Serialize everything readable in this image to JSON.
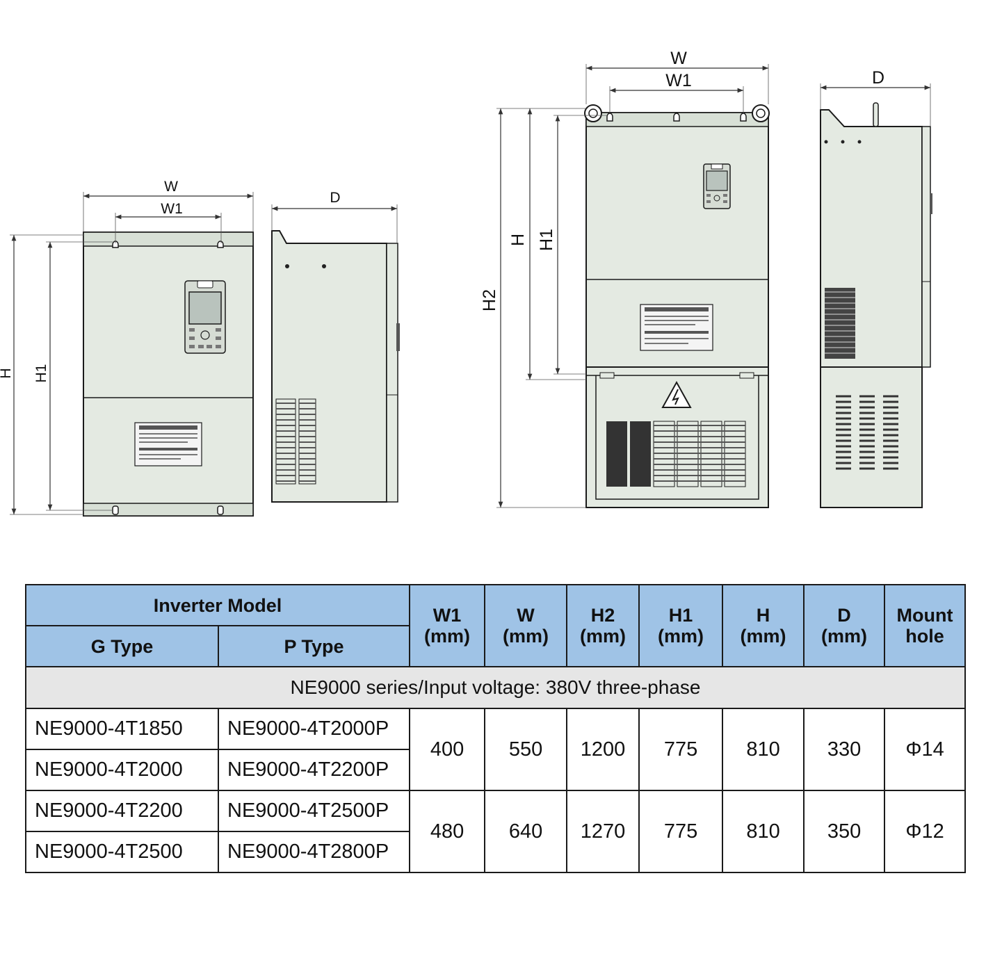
{
  "drawing_labels": {
    "small": {
      "w": "W",
      "w1": "W1",
      "d": "D",
      "h": "H",
      "h1": "H1"
    },
    "large": {
      "w": "W",
      "w1": "W1",
      "d": "D",
      "h": "H",
      "h1": "H1",
      "h2": "H2"
    }
  },
  "table": {
    "header": {
      "inverter_model": "Inverter Model",
      "g_type": "G Type",
      "p_type": "P Type",
      "columns": [
        {
          "name": "W1",
          "unit": "(mm)"
        },
        {
          "name": "W",
          "unit": "(mm)"
        },
        {
          "name": "H2",
          "unit": "(mm)"
        },
        {
          "name": "H1",
          "unit": "(mm)"
        },
        {
          "name": "H",
          "unit": "(mm)"
        },
        {
          "name": "D",
          "unit": "(mm)"
        },
        {
          "name": "Mount",
          "unit": "hole"
        }
      ]
    },
    "series_row": "NE9000 series/Input voltage: 380V three-phase",
    "groups": [
      {
        "models": [
          {
            "g": "NE9000-4T1850",
            "p": "NE9000-4T2000P"
          },
          {
            "g": "NE9000-4T2000",
            "p": "NE9000-4T2200P"
          }
        ],
        "w1": "400",
        "w": "550",
        "h2": "1200",
        "h1": "775",
        "h": "810",
        "d": "330",
        "mount_hole": "Φ14"
      },
      {
        "models": [
          {
            "g": "NE9000-4T2200",
            "p": "NE9000-4T2500P"
          },
          {
            "g": "NE9000-4T2500",
            "p": "NE9000-4T2800P"
          }
        ],
        "w1": "480",
        "w": "640",
        "h2": "1270",
        "h1": "775",
        "h": "810",
        "d": "350",
        "mount_hole": "Φ12"
      }
    ]
  },
  "colors": {
    "header_bg": "#9fc3e6",
    "series_bg": "#e6e6e6",
    "housing": "#e4eae2",
    "line": "#1a1a1a"
  }
}
